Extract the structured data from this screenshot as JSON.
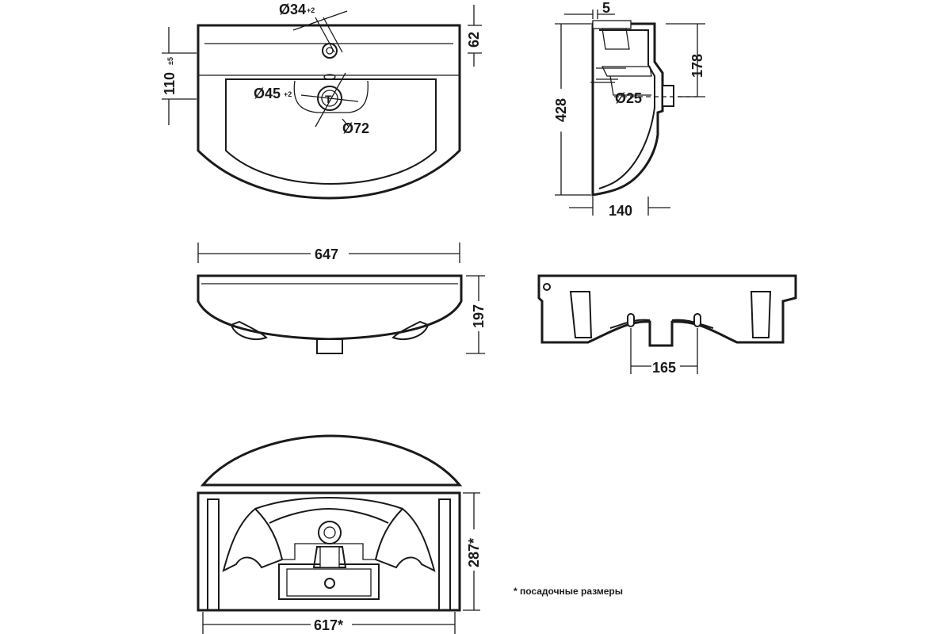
{
  "top_view": {
    "dim_tap_hole": "Ø34",
    "dim_tap_hole_tol": "+2",
    "dim_62": "62",
    "dim_110": "110",
    "dim_110_tol": "±5",
    "dim_drain": "Ø45",
    "dim_drain_tol": "+2",
    "dim_72": "Ø72"
  },
  "side_view": {
    "dim_5": "5",
    "dim_178": "178",
    "dim_428": "428",
    "dim_25": "Ø25",
    "dim_140": "140"
  },
  "front_view": {
    "dim_647": "647",
    "dim_197": "197"
  },
  "rear_view": {
    "dim_165": "165"
  },
  "bottom_view": {
    "dim_287": "287*",
    "dim_617": "617*",
    "note": "* посадочные размеры"
  }
}
